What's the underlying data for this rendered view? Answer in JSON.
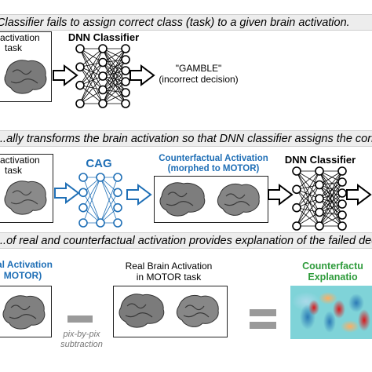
{
  "section1": {
    "banner": "Classifier fails to assign correct class (task) to a given brain activation.",
    "input_label_line1": "activation",
    "input_label_line2": "task",
    "classifier_title": "DNN Classifier",
    "decision_line1": "\"GAMBLE\"",
    "decision_line2": "(incorrect decision)"
  },
  "section2": {
    "banner": "...ally transforms the brain activation so that DNN classifier assigns the correct",
    "input_label_line1": "activation",
    "input_label_line2": "task",
    "cag_title": "CAG",
    "counterfactual_title_line1": "Counterfactual Activation",
    "counterfactual_title_line2": "(morphed to MOTOR)",
    "classifier_title": "DNN Classifier"
  },
  "section3": {
    "banner": "...of real and counterfactual activation provides explanation of the failed deci",
    "cf_label_line1": "al Activation",
    "cf_label_line2": "MOTOR)",
    "real_label_line1": "Real Brain Activation",
    "real_label_line2": "in MOTOR task",
    "subtraction_line1": "pix-by-pix",
    "subtraction_line2": "subtraction",
    "explanation_line1": "Counterfactu",
    "explanation_line2": "Explanatio"
  },
  "colors": {
    "cag_blue": "#1f6fb6",
    "explanation_green": "#2e9b3b",
    "banner_bg": "#ededed"
  }
}
